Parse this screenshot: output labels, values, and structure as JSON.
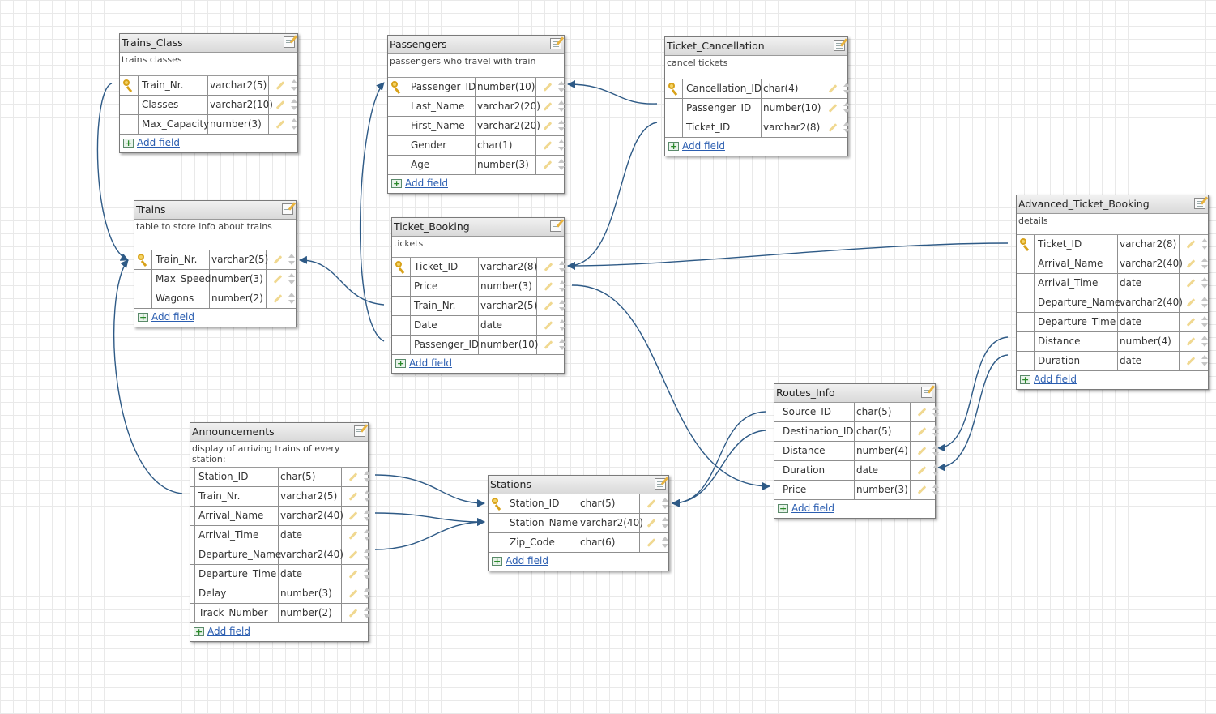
{
  "tables": {
    "trains_class": {
      "title": "Trains_Class",
      "description": "trains classes",
      "add_label": "Add field",
      "fields": [
        {
          "name": "Train_Nr.",
          "type": "varchar2(5)",
          "pk": true
        },
        {
          "name": "Classes",
          "type": "varchar2(10)",
          "pk": false
        },
        {
          "name": "Max_Capacity",
          "type": "number(3)",
          "pk": false
        }
      ]
    },
    "passengers": {
      "title": "Passengers",
      "description": "passengers who travel with train",
      "add_label": "Add field",
      "fields": [
        {
          "name": "Passenger_ID",
          "type": "number(10)",
          "pk": true
        },
        {
          "name": "Last_Name",
          "type": "varchar2(20)",
          "pk": false
        },
        {
          "name": "First_Name",
          "type": "varchar2(20)",
          "pk": false
        },
        {
          "name": "Gender",
          "type": "char(1)",
          "pk": false
        },
        {
          "name": "Age",
          "type": "number(3)",
          "pk": false
        }
      ]
    },
    "ticket_cancellation": {
      "title": "Ticket_Cancellation",
      "description": "cancel tickets",
      "add_label": "Add field",
      "fields": [
        {
          "name": "Cancellation_ID",
          "type": "char(4)",
          "pk": true
        },
        {
          "name": "Passenger_ID",
          "type": "number(10)",
          "pk": false
        },
        {
          "name": "Ticket_ID",
          "type": "varchar2(8)",
          "pk": false
        }
      ]
    },
    "trains": {
      "title": "Trains",
      "description": "table to store info about trains",
      "add_label": "Add field",
      "fields": [
        {
          "name": "Train_Nr.",
          "type": "varchar2(5)",
          "pk": true
        },
        {
          "name": "Max_Speed",
          "type": "number(3)",
          "pk": false
        },
        {
          "name": "Wagons",
          "type": "number(2)",
          "pk": false
        }
      ]
    },
    "ticket_booking": {
      "title": "Ticket_Booking",
      "description": "tickets",
      "add_label": "Add field",
      "fields": [
        {
          "name": "Ticket_ID",
          "type": "varchar2(8)",
          "pk": true
        },
        {
          "name": "Price",
          "type": "number(3)",
          "pk": false
        },
        {
          "name": "Train_Nr.",
          "type": "varchar2(5)",
          "pk": false
        },
        {
          "name": "Date",
          "type": "date",
          "pk": false
        },
        {
          "name": "Passenger_ID",
          "type": "number(10)",
          "pk": false
        }
      ]
    },
    "advanced_ticket_booking": {
      "title": "Advanced_Ticket_Booking",
      "description": "details",
      "add_label": "Add field",
      "fields": [
        {
          "name": "Ticket_ID",
          "type": "varchar2(8)",
          "pk": true
        },
        {
          "name": "Arrival_Name",
          "type": "varchar2(40)",
          "pk": false
        },
        {
          "name": "Arrival_Time",
          "type": "date",
          "pk": false
        },
        {
          "name": "Departure_Name",
          "type": "varchar2(40)",
          "pk": false
        },
        {
          "name": "Departure_Time",
          "type": "date",
          "pk": false
        },
        {
          "name": "Distance",
          "type": "number(4)",
          "pk": false
        },
        {
          "name": "Duration",
          "type": "date",
          "pk": false
        }
      ]
    },
    "announcements": {
      "title": "Announcements",
      "description": "display of arriving trains of every station:",
      "add_label": "Add field",
      "fields": [
        {
          "name": "Station_ID",
          "type": "char(5)",
          "pk": false
        },
        {
          "name": "Train_Nr.",
          "type": "varchar2(5)",
          "pk": false
        },
        {
          "name": "Arrival_Name",
          "type": "varchar2(40)",
          "pk": false
        },
        {
          "name": "Arrival_Time",
          "type": "date",
          "pk": false
        },
        {
          "name": "Departure_Name",
          "type": "varchar2(40)",
          "pk": false
        },
        {
          "name": "Departure_Time",
          "type": "date",
          "pk": false
        },
        {
          "name": "Delay",
          "type": "number(3)",
          "pk": false
        },
        {
          "name": "Track_Number",
          "type": "number(2)",
          "pk": false
        }
      ]
    },
    "stations": {
      "title": "Stations",
      "description": "",
      "add_label": "Add field",
      "fields": [
        {
          "name": "Station_ID",
          "type": "char(5)",
          "pk": true
        },
        {
          "name": "Station_Name",
          "type": "varchar2(40)",
          "pk": false
        },
        {
          "name": "Zip_Code",
          "type": "char(6)",
          "pk": false
        }
      ]
    },
    "routes_info": {
      "title": "Routes_Info",
      "description": "",
      "add_label": "Add field",
      "fields": [
        {
          "name": "Source_ID",
          "type": "char(5)",
          "pk": false
        },
        {
          "name": "Destination_ID",
          "type": "char(5)",
          "pk": false
        },
        {
          "name": "Distance",
          "type": "number(4)",
          "pk": false
        },
        {
          "name": "Duration",
          "type": "date",
          "pk": false
        },
        {
          "name": "Price",
          "type": "number(3)",
          "pk": false
        }
      ]
    }
  },
  "relationships": [
    {
      "from": "trains_class.Train_Nr.",
      "to": "trains.Train_Nr."
    },
    {
      "from": "announcements.Train_Nr.",
      "to": "trains.Train_Nr."
    },
    {
      "from": "ticket_booking.Train_Nr.",
      "to": "trains.Train_Nr."
    },
    {
      "from": "ticket_booking.Passenger_ID",
      "to": "passengers.Passenger_ID"
    },
    {
      "from": "ticket_cancellation.Passenger_ID",
      "to": "passengers.Passenger_ID"
    },
    {
      "from": "ticket_cancellation.Ticket_ID",
      "to": "ticket_booking.Ticket_ID"
    },
    {
      "from": "advanced_ticket_booking.Ticket_ID",
      "to": "ticket_booking.Ticket_ID"
    },
    {
      "from": "ticket_booking.Price",
      "to": "routes_info.Price"
    },
    {
      "from": "advanced_ticket_booking.Distance",
      "to": "routes_info.Distance"
    },
    {
      "from": "advanced_ticket_booking.Duration",
      "to": "routes_info.Duration"
    },
    {
      "from": "routes_info.Source_ID",
      "to": "stations.Station_ID"
    },
    {
      "from": "routes_info.Destination_ID",
      "to": "stations.Station_ID"
    },
    {
      "from": "announcements.Station_ID",
      "to": "stations.Station_ID"
    },
    {
      "from": "announcements.Arrival_Name",
      "to": "stations.Station_Name"
    },
    {
      "from": "announcements.Departure_Name",
      "to": "stations.Station_Name"
    }
  ],
  "colors": {
    "connector": "#2e5a86",
    "header": "#dcdcdc",
    "link": "#2a5db0",
    "key": "#d8a21a"
  }
}
